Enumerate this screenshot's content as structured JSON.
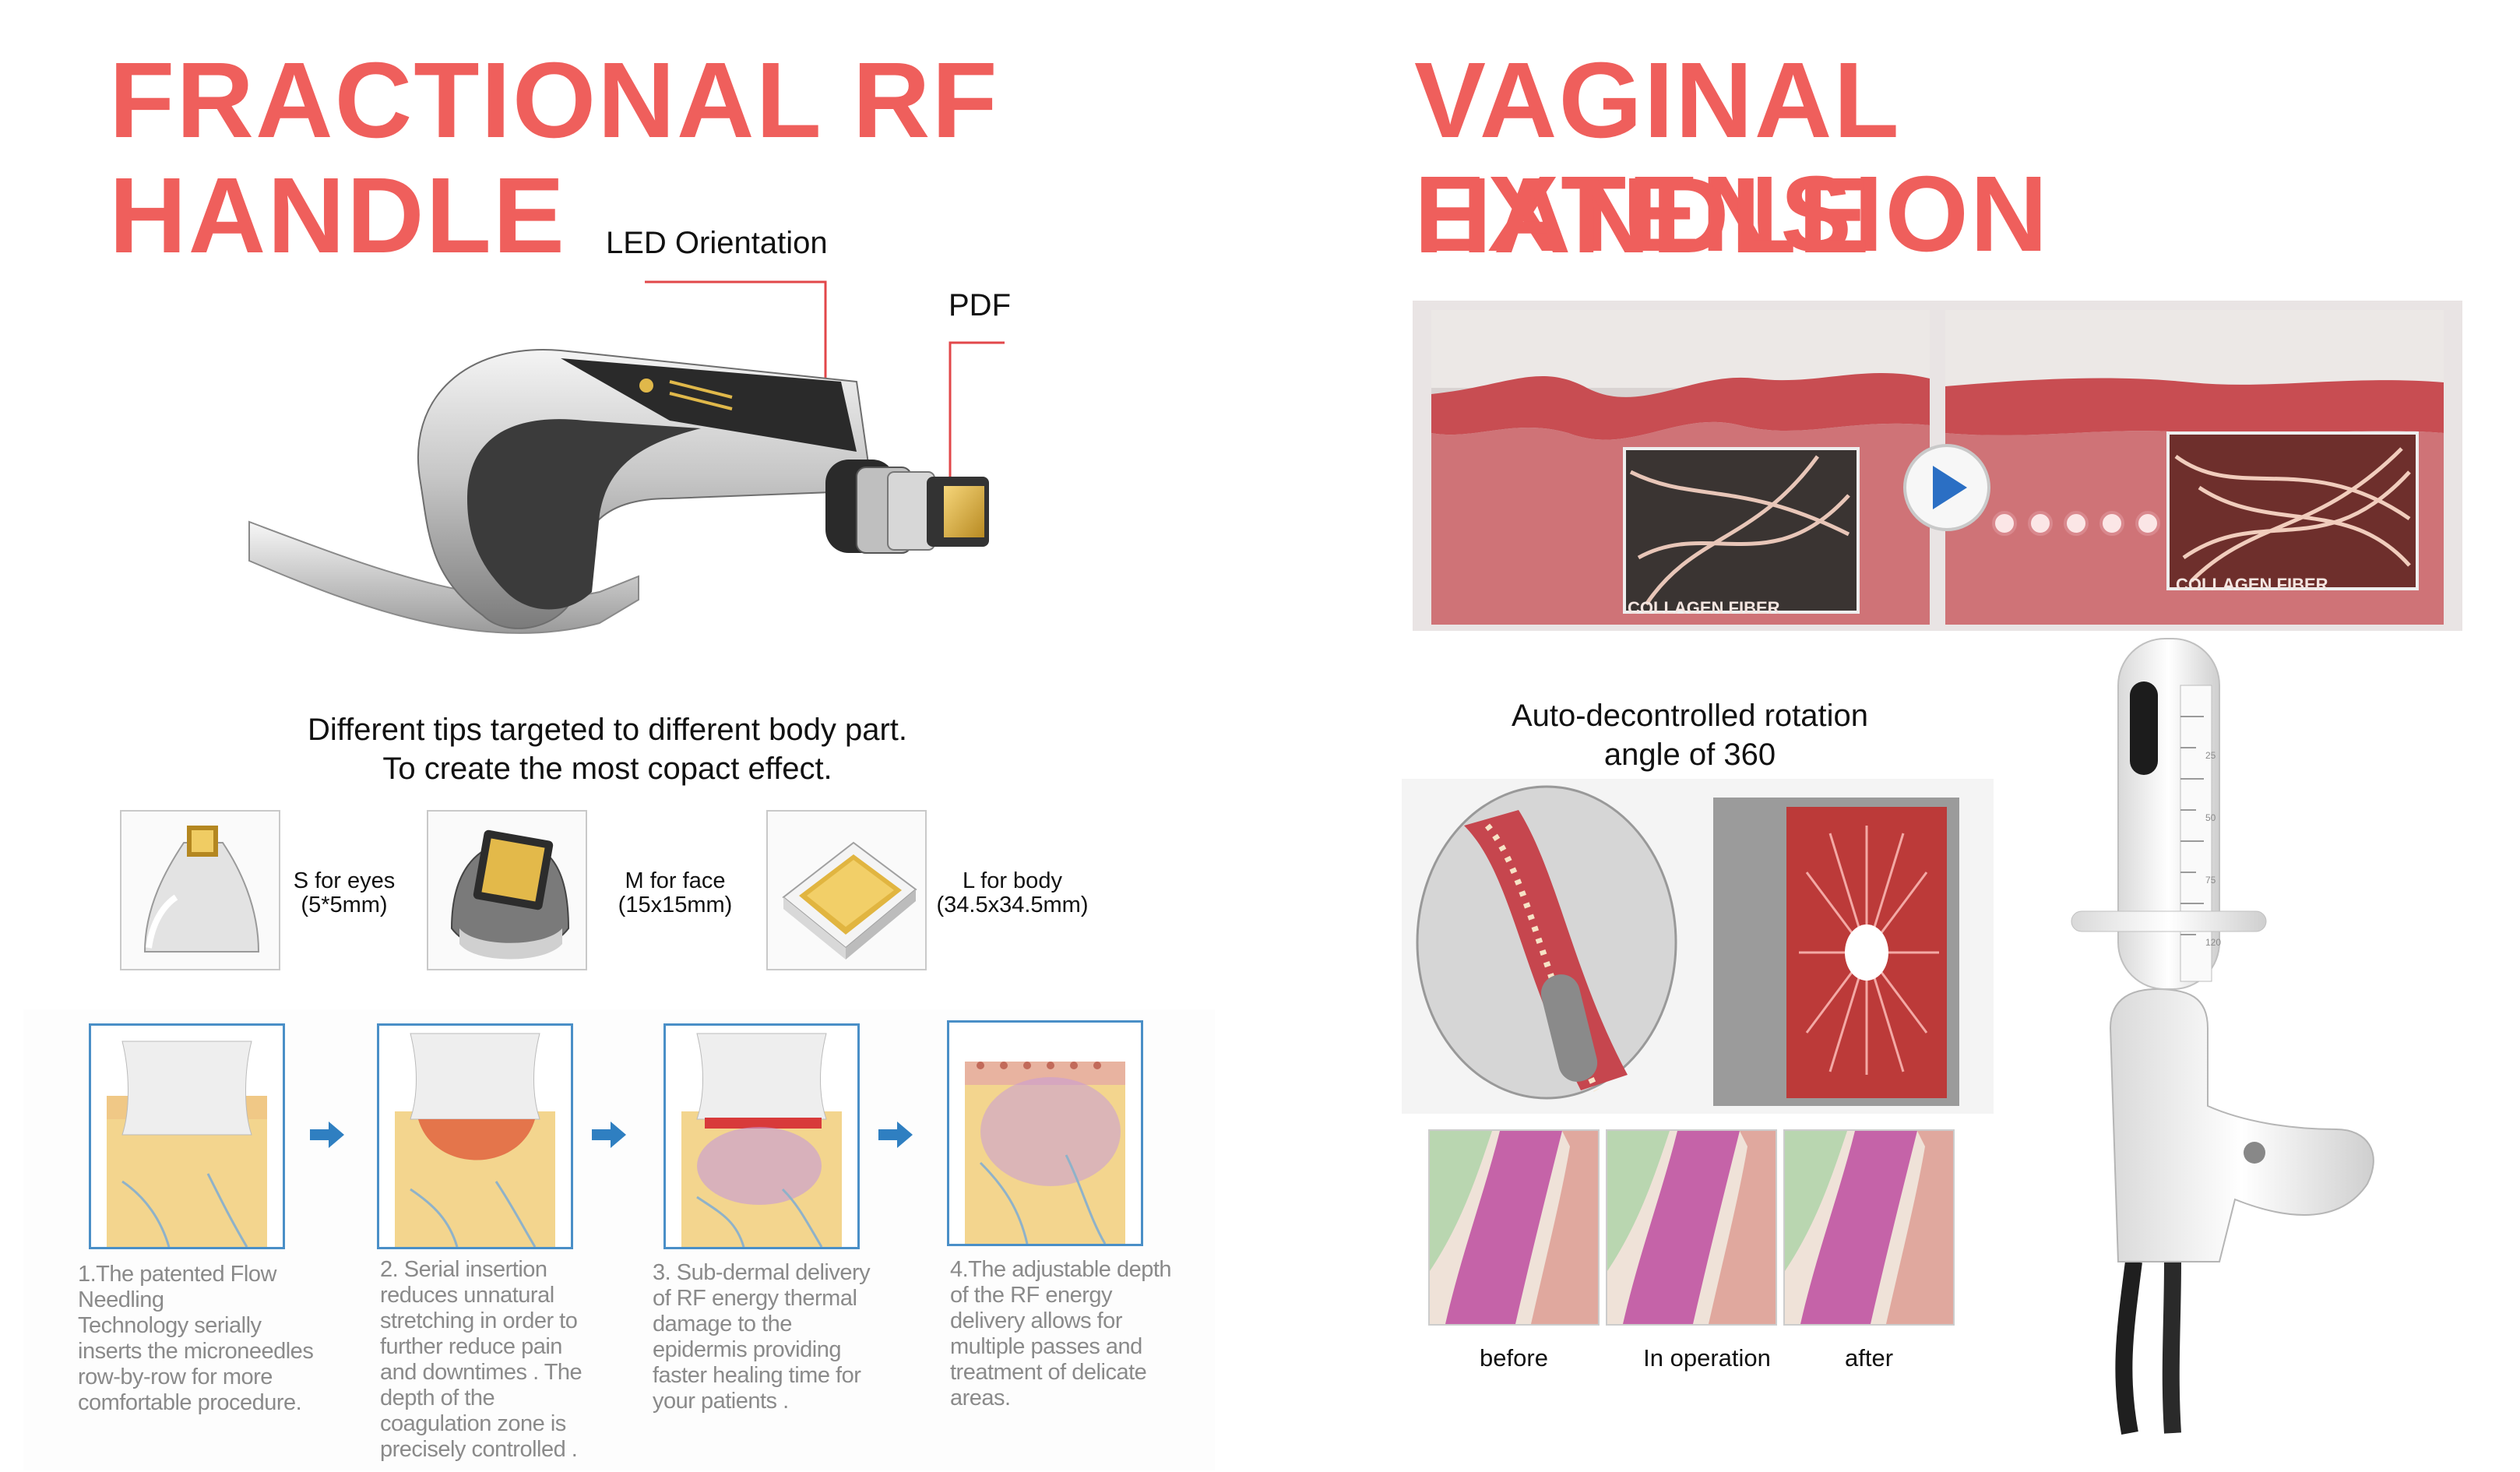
{
  "left": {
    "title_line1": "FRACTIONAL RF",
    "title_line2": "HANDLE",
    "callout_led": "LED Orientation",
    "callout_pdf": "PDF",
    "lead_line1": "Different tips targeted to different body part.",
    "lead_line2": "To create the most copact effect.",
    "tips": [
      {
        "label_line1": "S for eyes",
        "label_line2": "(5*5mm)"
      },
      {
        "label_line1": "M for face",
        "label_line2": "(15x15mm)"
      },
      {
        "label_line1": "L for body",
        "label_line2": "(34.5x34.5mm)"
      }
    ],
    "steps": [
      {
        "lines": [
          "1.The patented Flow",
          "Needling",
          "Technology serially",
          "inserts the microneedles",
          "row-by-row for more",
          "comfortable procedure."
        ]
      },
      {
        "lines": [
          "2. Serial insertion",
          "reduces unnatural",
          "stretching in order to",
          "further reduce pain",
          "and downtimes . The",
          "depth of the",
          "coagulation zone is",
          "precisely controlled ."
        ]
      },
      {
        "lines": [
          "3. Sub-dermal delivery",
          "of RF energy thermal",
          "damage to the",
          "epidermis providing",
          "faster healing time for",
          "your patients ."
        ]
      },
      {
        "lines": [
          "4.The adjustable depth",
          "of the RF energy",
          "delivery allows for",
          "multiple passes and",
          "treatment of delicate",
          "areas."
        ]
      }
    ]
  },
  "right": {
    "title_line1": "VAGINAL EXTENSION",
    "title_line2": "HANDLE",
    "collagen_label_1": "COLLAGEN FIBER",
    "collagen_label_2": "COLLAGEN FIBER",
    "rotation_line1": "Auto-decontrolled rotation",
    "rotation_line2": "angle of 360",
    "stages": [
      "before",
      "In operation",
      "after"
    ],
    "scale_marks": [
      "25",
      "50",
      "75",
      "120"
    ]
  },
  "colors": {
    "title": "#ef5f5c",
    "accent_blue": "#4a8fc7",
    "callout_line": "#e2474a"
  }
}
